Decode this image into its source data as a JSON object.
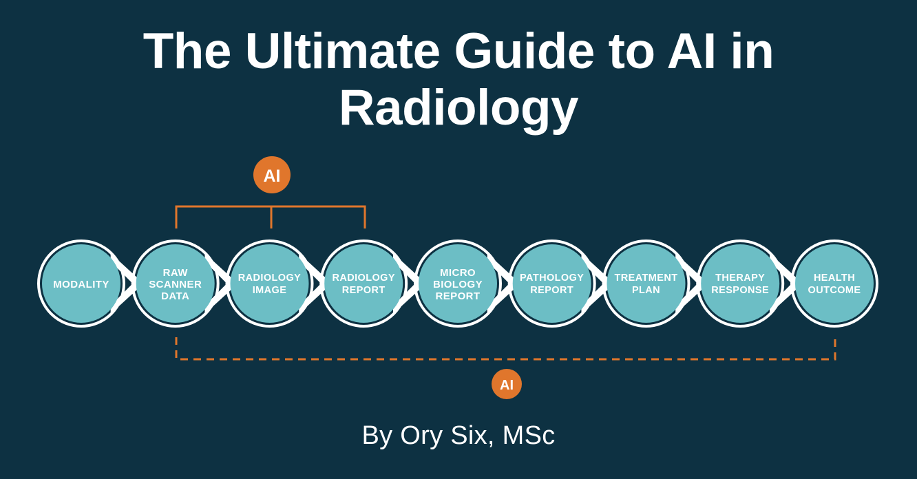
{
  "colors": {
    "background": "#0d3142",
    "node_fill": "#6cbec5",
    "node_ring": "#ffffff",
    "chevron": "#ffffff",
    "accent_orange": "#e0762c",
    "text_light": "#ffffff"
  },
  "title": {
    "line1": "The Ultimate Guide to AI in",
    "line2": "Radiology",
    "full": "The Ultimate Guide to AI in Radiology"
  },
  "author": {
    "byline": "By Ory Six, MSc"
  },
  "diagram": {
    "name": "radiology-ai-value-chain",
    "nodes": [
      {
        "id": "modality",
        "lines": [
          "MODALITY"
        ]
      },
      {
        "id": "raw-scanner-data",
        "lines": [
          "RAW",
          "SCANNER",
          "DATA"
        ]
      },
      {
        "id": "radiology-image",
        "lines": [
          "RADIOLOGY",
          "IMAGE"
        ]
      },
      {
        "id": "radiology-report",
        "lines": [
          "RADIOLOGY",
          "REPORT"
        ]
      },
      {
        "id": "micro-biology-report",
        "lines": [
          "MICRO",
          "BIOLOGY",
          "REPORT"
        ]
      },
      {
        "id": "pathology-report",
        "lines": [
          "PATHOLOGY",
          "REPORT"
        ]
      },
      {
        "id": "treatment-plan",
        "lines": [
          "TREATMENT",
          "PLAN"
        ]
      },
      {
        "id": "therapy-response",
        "lines": [
          "THERAPY",
          "RESPONSE"
        ]
      },
      {
        "id": "health-outcome",
        "lines": [
          "HEALTH",
          "OUTCOME"
        ]
      }
    ],
    "badges": {
      "top": {
        "label": "AI",
        "scope": "raw-scanner-data to radiology-report"
      },
      "bottom": {
        "label": "AI",
        "scope": "raw-scanner-data to health-outcome"
      }
    },
    "brackets": {
      "top": {
        "style": "solid",
        "color": "#e0762c"
      },
      "bottom": {
        "style": "dashed",
        "color": "#e0762c"
      }
    }
  }
}
